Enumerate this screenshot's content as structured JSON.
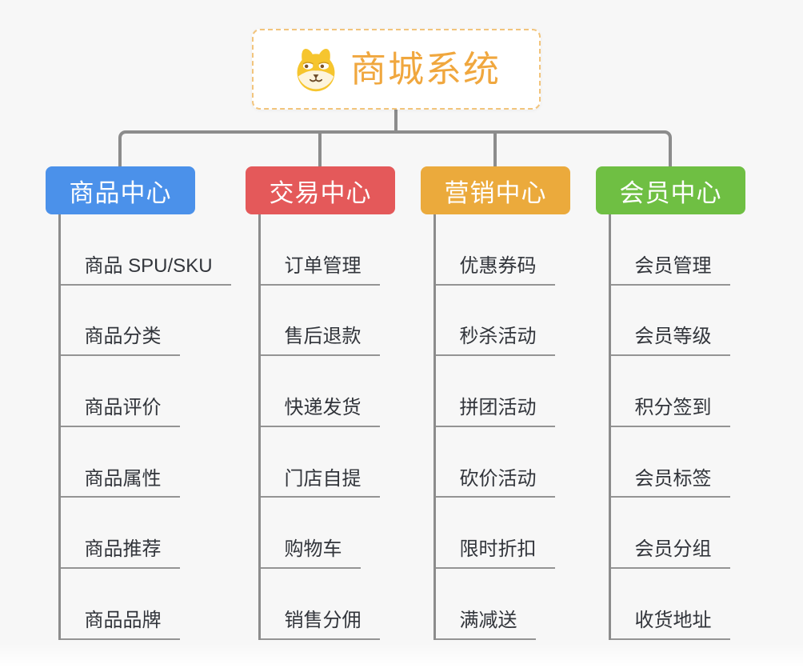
{
  "root": {
    "title": "商城系统",
    "title_color": "#F0A73E",
    "border_color": "#F2C47C",
    "icon": "dog-face-icon"
  },
  "palette": {
    "background": "#F7F7F7",
    "connector": "#8C8C8C",
    "leaf_underline": "#949494",
    "leaf_text": "#32353B"
  },
  "branches": [
    {
      "label": "商品中心",
      "color": "#4B91EA",
      "children": [
        "商品 SPU/SKU",
        "商品分类",
        "商品评价",
        "商品属性",
        "商品推荐",
        "商品品牌"
      ]
    },
    {
      "label": "交易中心",
      "color": "#E4595A",
      "children": [
        "订单管理",
        "售后退款",
        "快递发货",
        "门店自提",
        "购物车",
        "销售分佣"
      ]
    },
    {
      "label": "营销中心",
      "color": "#EBAA3C",
      "children": [
        "优惠券码",
        "秒杀活动",
        "拼团活动",
        "砍价活动",
        "限时折扣",
        "满减送"
      ]
    },
    {
      "label": "会员中心",
      "color": "#6FBF43",
      "children": [
        "会员管理",
        "会员等级",
        "积分签到",
        "会员标签",
        "会员分组",
        "收货地址"
      ]
    }
  ]
}
